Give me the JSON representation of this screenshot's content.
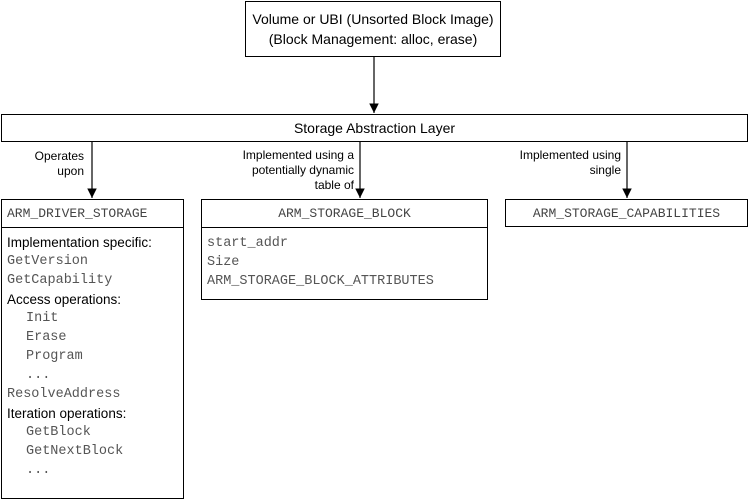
{
  "top_box": {
    "line1": "Volume or UBI (Unsorted Block Image)",
    "line2": "(Block Management: alloc, erase)"
  },
  "layer": {
    "label": "Storage Abstraction Layer"
  },
  "edges": {
    "operates": [
      "Operates",
      "upon"
    ],
    "implemented_dynamic": [
      "Implemented using a",
      "potentially dynamic",
      "table of"
    ],
    "implemented_single": [
      "Implemented using",
      "single"
    ]
  },
  "driver_storage": {
    "title": "ARM_DRIVER_STORAGE",
    "impl_heading": "Implementation specific:",
    "impl_items": [
      "GetVersion",
      "GetCapability"
    ],
    "access_heading": "Access operations:",
    "access_items": [
      "Init",
      "Erase",
      "Program",
      "..."
    ],
    "resolve": "ResolveAddress",
    "iter_heading": "Iteration operations:",
    "iter_items": [
      "GetBlock",
      "GetNextBlock",
      "..."
    ]
  },
  "storage_block": {
    "title": "ARM_STORAGE_BLOCK",
    "fields": [
      "start_addr",
      "Size",
      "ARM_STORAGE_BLOCK_ATTRIBUTES"
    ]
  },
  "capabilities": {
    "title": "ARM_STORAGE_CAPABILITIES"
  }
}
